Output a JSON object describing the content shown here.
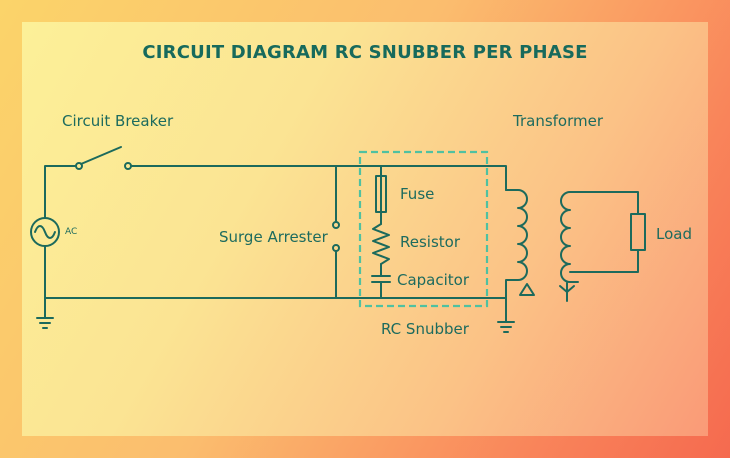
{
  "title": "CIRCUIT DIAGRAM RC SNUBBER PER PHASE",
  "labels": {
    "circuit_breaker": "Circuit Breaker",
    "transformer": "Transformer",
    "ac": "AC",
    "surge_arrester": "Surge Arrester",
    "fuse": "Fuse",
    "resistor": "Resistor",
    "capacitor": "Capacitor",
    "rc_snubber": "RC Snubber",
    "load": "Load"
  },
  "colors": {
    "wire": "#1c6a5c",
    "snubber_box": "#4fc1a1",
    "text": "#1d6b5e"
  }
}
